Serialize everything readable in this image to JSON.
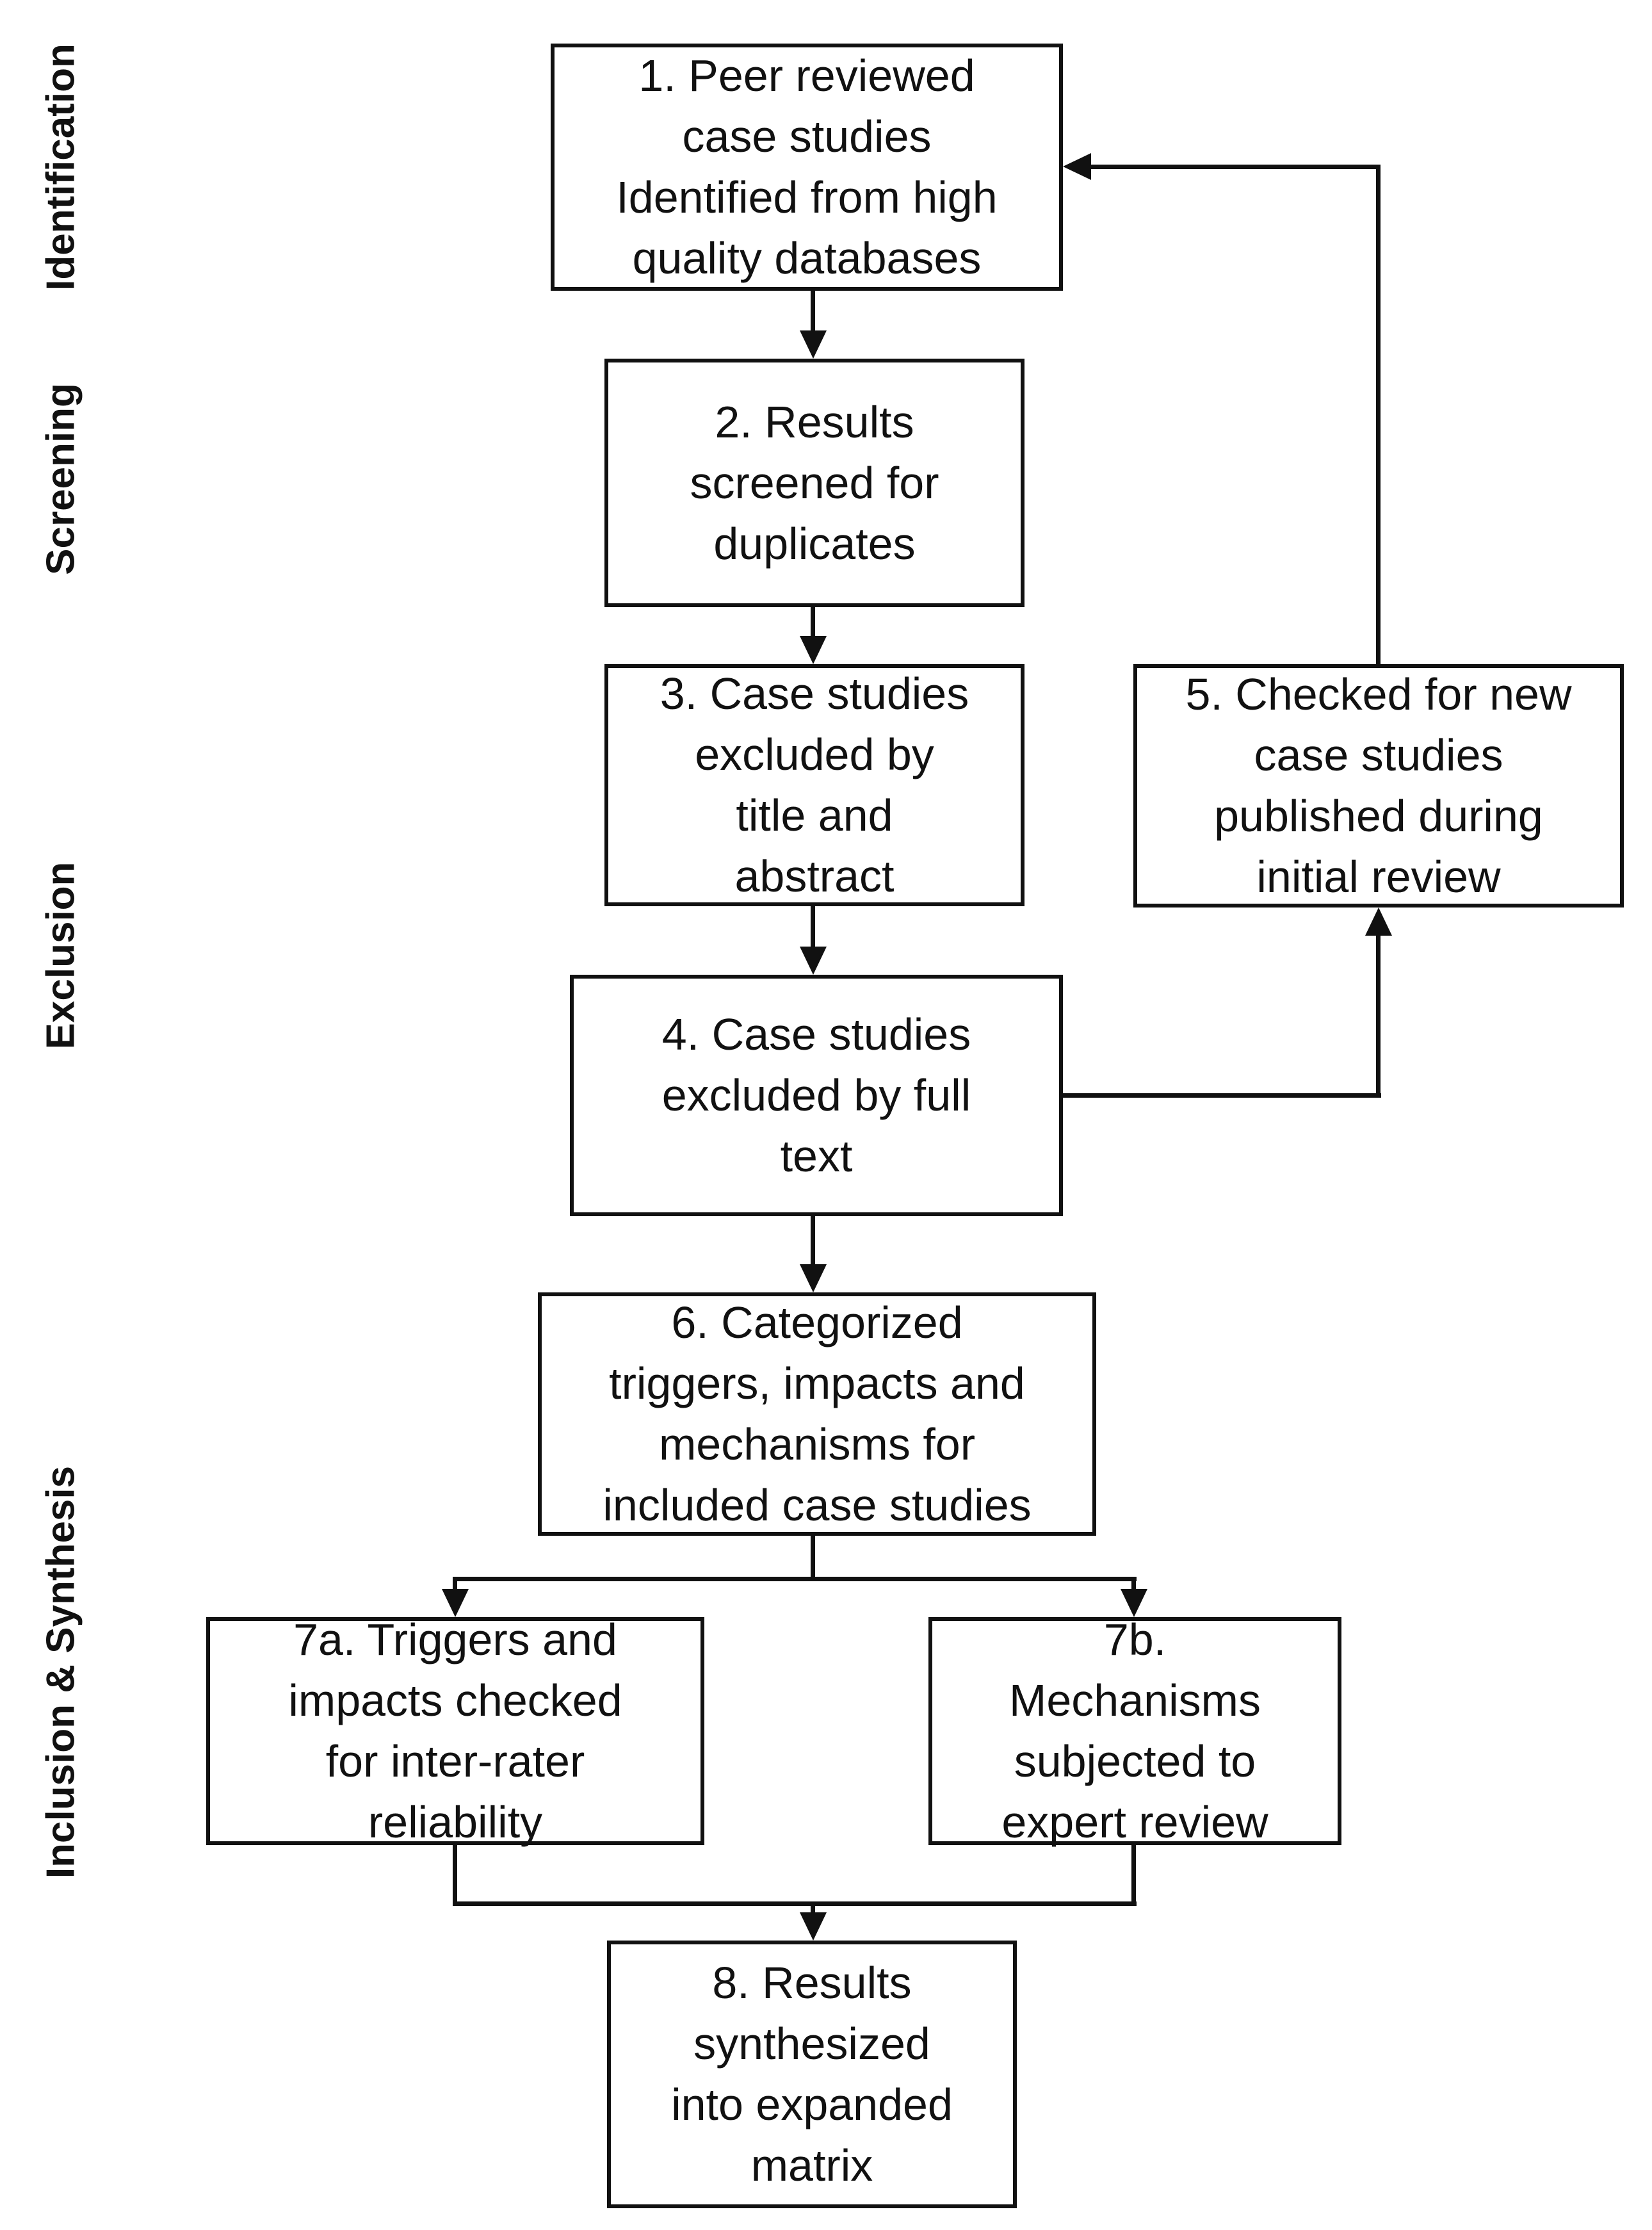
{
  "diagram": {
    "type": "flowchart",
    "background_color": "#ffffff",
    "line_color": "#111111",
    "text_color": "#111111"
  },
  "stage_labels": [
    {
      "id": "identification",
      "text": "Identification"
    },
    {
      "id": "screening",
      "text": "Screening"
    },
    {
      "id": "exclusion",
      "text": "Exclusion"
    },
    {
      "id": "inclusion-synthesis",
      "text": "Inclusion & Synthesis"
    }
  ],
  "boxes": [
    {
      "id": "1",
      "label": "1. Peer reviewed\ncase studies\nIdentified from high\nquality databases"
    },
    {
      "id": "2",
      "label": "2. Results\nscreened for\nduplicates"
    },
    {
      "id": "3",
      "label": "3. Case studies\nexcluded by\ntitle and\nabstract"
    },
    {
      "id": "4",
      "label": "4. Case studies\nexcluded by full\ntext"
    },
    {
      "id": "5",
      "label": "5. Checked for new\ncase studies\npublished during\ninitial review"
    },
    {
      "id": "6",
      "label": "6. Categorized\ntriggers, impacts and\nmechanisms for\nincluded case studies"
    },
    {
      "id": "7a",
      "label": "7a. Triggers and\nimpacts checked\nfor inter-rater\nreliability"
    },
    {
      "id": "7b",
      "label": "7b.\nMechanisms\nsubjected to\nexpert review"
    },
    {
      "id": "8",
      "label": "8. Results\nsynthesized\ninto expanded\nmatrix"
    }
  ]
}
